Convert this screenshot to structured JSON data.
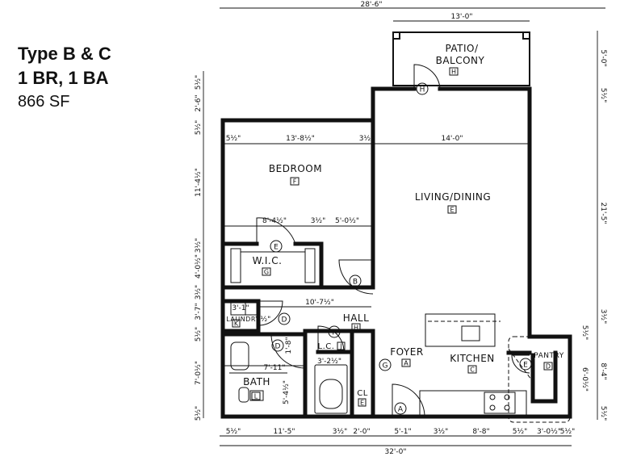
{
  "plan": {
    "type": "Type B & C",
    "beds_baths": "1 BR, 1 BA",
    "area": "866 SF"
  },
  "rooms": {
    "patio": [
      "PATIO/",
      "BALCONY"
    ],
    "bedroom": "BEDROOM",
    "living": "LIVING/DINING",
    "wic": "W.I.C.",
    "hall": "HALL",
    "foyer": "FOYER",
    "kitchen": "KITCHEN",
    "pantry": "PANTRY",
    "bath": "BATH",
    "laundry": "LAUNDRY",
    "lc": "L.C.",
    "cl": "CL"
  },
  "tags": {
    "patio": "H",
    "bedroom": "F",
    "living": "E",
    "wic": "G",
    "hall": "H",
    "foyer": "A",
    "kitchen": "C",
    "pantry": "D",
    "bath": "L",
    "laundry": "K",
    "lc": "J",
    "cl": "E"
  },
  "door_marks": {
    "patio": "H",
    "bedroom": "B",
    "wic": "E",
    "laundry": "D",
    "bath": "D",
    "lc": "F",
    "foyer": "G",
    "entry": "A",
    "pantry": "E"
  },
  "dimensions": {
    "overall_top": "28'-6\"",
    "patio_width": "13'-0\"",
    "bed_top_left": "5½\"",
    "bed_width": "13'-8½\"",
    "bed_top_right": "3½\"",
    "living_width": "14'-0\"",
    "wic_a": "8'-4½\"",
    "wic_b": "3½\"",
    "wic_c": "5'-0½\"",
    "hall_width": "10'-7½\"",
    "laundry_w": "3'-1\"",
    "laundry_b": "3½\"",
    "bath_depth": "7'-11\"",
    "bath_side": "1'-8\"",
    "bath_small": "3'-2½\"",
    "bath_v": "5'-4½\"",
    "left_1": "5½\"",
    "left_2": "2'-6\"",
    "left_3": "5½\"",
    "left_4": "11'-4½\"",
    "left_5": "3½\"",
    "left_6": "4'-0½\"",
    "left_7": "3½\"",
    "left_8": "3'-7\"",
    "left_9": "5½\"",
    "left_10": "7'-0½\"",
    "left_11": "5½\"",
    "right_1": "5'-0\"",
    "right_2": "5½\"",
    "right_3": "21'-5\"",
    "right_4": "3½\"",
    "right_5": "5½\"",
    "right_6": "8'-4\"",
    "right_7": "6'-0½\"",
    "right_8": "5½\"",
    "bottom_1": "5½\"",
    "bottom_2": "11'-5\"",
    "bottom_3": "3½\"",
    "bottom_4": "2'-0\"",
    "bottom_5": "5'-1\"",
    "bottom_6": "3½\"",
    "bottom_7": "8'-8\"",
    "bottom_8": "5½\"",
    "bottom_9": "3'-0½\"",
    "bottom_10": "5½\"",
    "overall_bottom": "32'-0\""
  }
}
